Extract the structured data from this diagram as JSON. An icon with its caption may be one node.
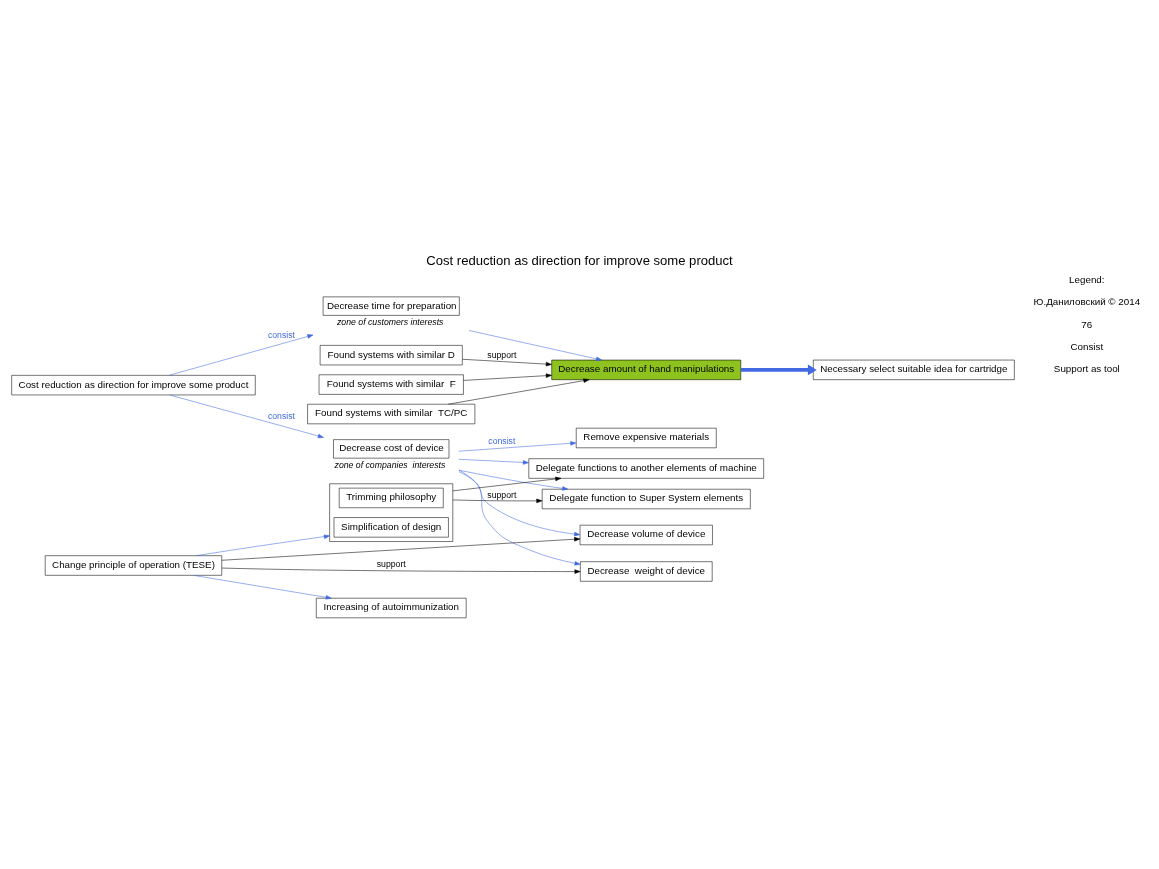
{
  "diagram": {
    "title": "Cost reduction as direction for improve some product",
    "nodes": [
      {
        "text": [
          "Cost reduction as direction for improve some product"
        ]
      },
      {
        "text": [
          "Decrease time for preparation"
        ],
        "beside": [
          "zone of customers interests"
        ]
      },
      {
        "text": [
          "Decrease cost of device"
        ],
        "beside": [
          "zone of companies  interests"
        ]
      },
      {
        "text": [
          "Decrease amount of hand manipulations"
        ]
      },
      {
        "text": [
          "Found systems with similar D"
        ]
      },
      {
        "text": [
          "Found systems with similar  F"
        ]
      },
      {
        "text": [
          "Found systems with similar  TC/PC"
        ]
      },
      {
        "text": [],
        "shape": "box"
      },
      {
        "text": [
          "Trimming philosophy"
        ],
        "in": 7
      },
      {
        "text": [
          "Simplification of design"
        ],
        "in": 7
      },
      {
        "text": [
          "Remove expensive materials"
        ]
      },
      {
        "text": [
          "Delegate functions to another elements of machine"
        ]
      },
      {
        "text": [
          "Delegate function to Super System elements"
        ]
      },
      {
        "text": [
          "Change principle of operation (TESE)"
        ]
      },
      {
        "text": [
          "Decrease volume of device"
        ]
      },
      {
        "text": [
          "Decrease  weight of device"
        ]
      },
      {
        "text": [
          "Increasing of autoimmunization"
        ]
      },
      {
        "text": [
          "Necessary select suitable idea for cartridge"
        ]
      }
    ],
    "edges": [
      {
        "from": 0,
        "to": 1,
        "arrow": "to",
        "label": "consist"
      },
      {
        "from": 0,
        "to": 2,
        "arrow": "to",
        "label": "consist"
      },
      {
        "from": 1,
        "to": 3,
        "arrow": "to"
      },
      {
        "from": 4,
        "to": 3,
        "arrow": "to",
        "color": "#000000",
        "label": "support"
      },
      {
        "from": 5,
        "to": 3,
        "arrow": "to",
        "color": "#000000"
      },
      {
        "from": 6,
        "to": 3,
        "arrow": "to",
        "color": "#000000"
      },
      {
        "from": 3,
        "to": 17,
        "arrow": "to",
        "style": "thick"
      },
      {
        "from": 2,
        "to": 10,
        "arrow": "to",
        "label": "consist"
      },
      {
        "from": 2,
        "to": 11,
        "arrow": "to"
      },
      {
        "from": 2,
        "to": 12,
        "arrow": "to"
      },
      {
        "from": 2,
        "to": 14,
        "arrow": "to"
      },
      {
        "from": 2,
        "to": 15,
        "arrow": "to"
      },
      {
        "from": 7,
        "to": 11,
        "arrow": "to",
        "color": "#000000"
      },
      {
        "from": 7,
        "to": 12,
        "arrow": "to",
        "color": "#000000",
        "label": "support"
      },
      {
        "from": 13,
        "to": 7,
        "arrow": "to"
      },
      {
        "from": 13,
        "to": 16,
        "arrow": "to"
      },
      {
        "from": 13,
        "to": 14,
        "arrow": "to",
        "color": "#000000"
      },
      {
        "from": 13,
        "to": 15,
        "arrow": "to",
        "color": "#000000",
        "label": "support"
      }
    ],
    "labels": [
      "Legend:",
      "Ю.Даниловский © 2014",
      "76"
    ],
    "legend": [
      {
        "text": "Consist"
      },
      {
        "text": "Support as tool"
      }
    ]
  }
}
